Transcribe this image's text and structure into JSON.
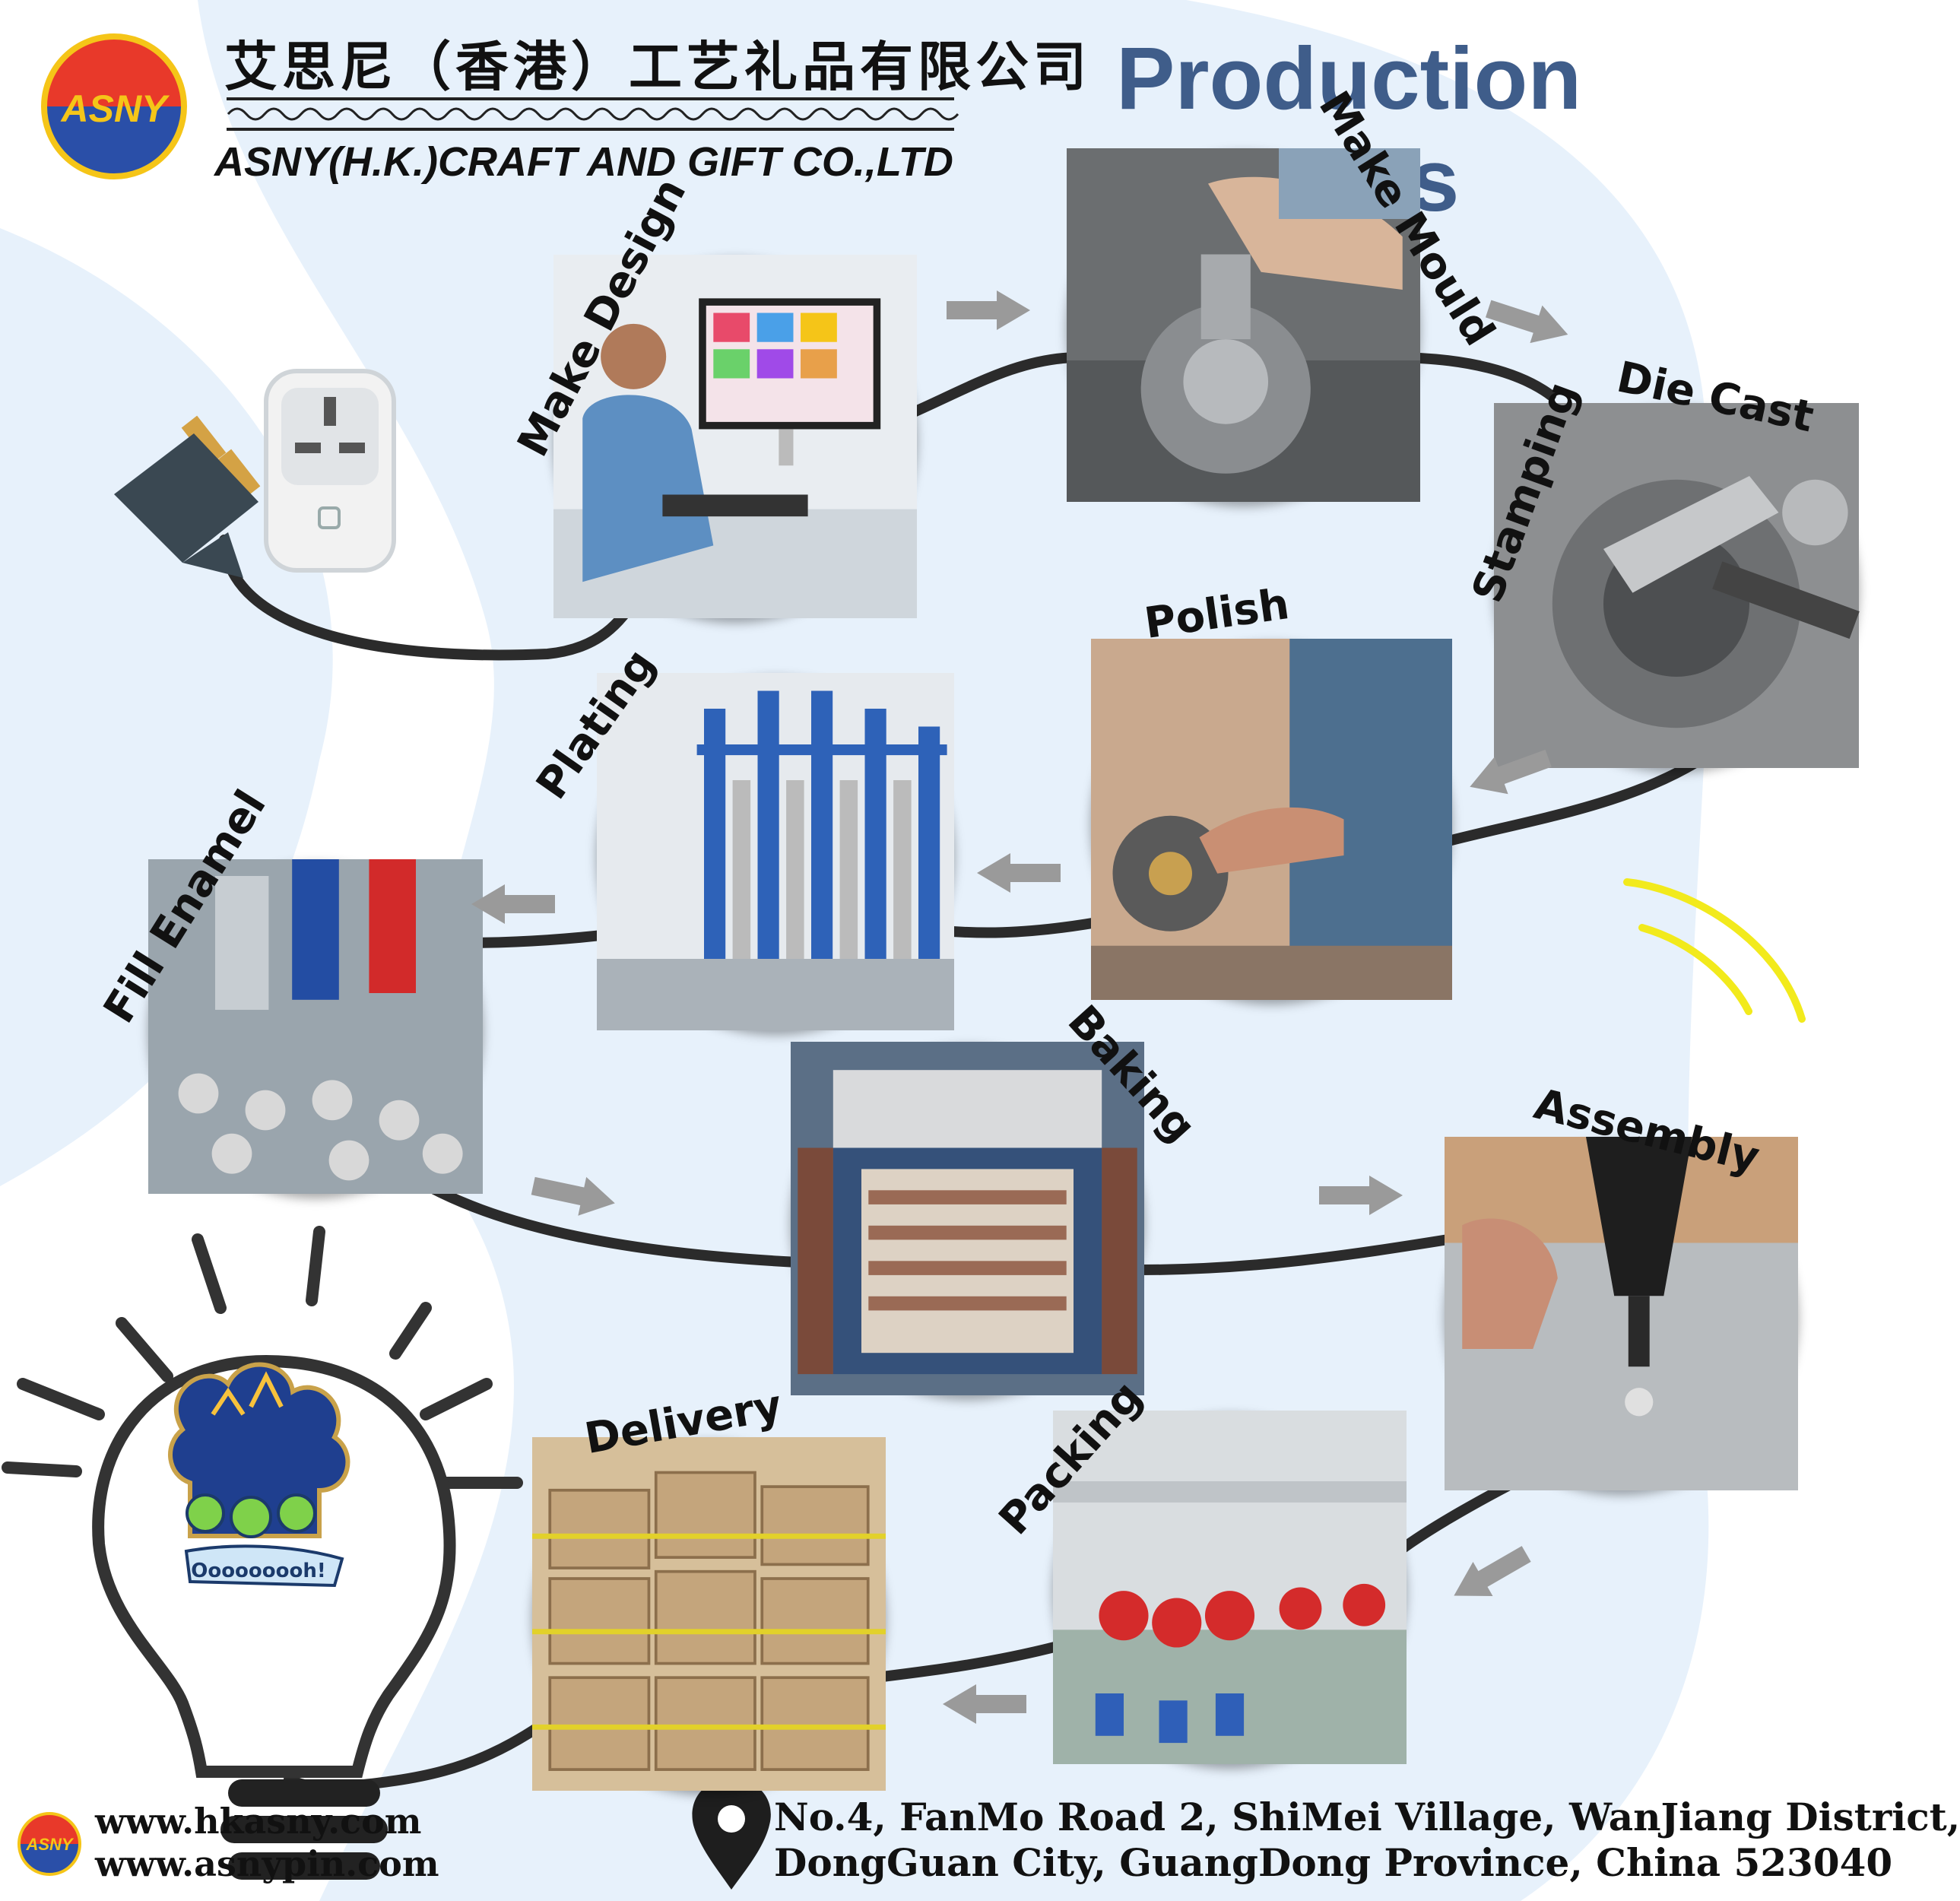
{
  "header": {
    "company_cn": "艾思尼（香港）工艺礼品有限公司",
    "company_en": "ASNY(H.K.)CRAFT AND GIFT CO.,LTD",
    "logo_text": "ASNY",
    "title": "Production Process"
  },
  "steps": [
    {
      "label": "Make Design"
    },
    {
      "label": "Make Mould"
    },
    {
      "label": "Die Cast"
    },
    {
      "label": "Stamping"
    },
    {
      "label": "Polish"
    },
    {
      "label": "Plating"
    },
    {
      "label": "Fill Enamel"
    },
    {
      "label": "Baking"
    },
    {
      "label": "Assembly"
    },
    {
      "label": "Packing"
    },
    {
      "label": "Delivery"
    }
  ],
  "bulb_pin_text": "Ooooooooh!",
  "footer": {
    "logo_text": "ASNY",
    "website1": "www.hkasny.com",
    "website2": "www.asnypin.com",
    "address_line1": "No.4, FanMo Road 2, ShiMei Village, WanJiang District,",
    "address_line2": "DongGuan City, GuangDong Province, China 523040"
  },
  "colors": {
    "title": "#3f5d8a",
    "background_wash": "#e7f1fb",
    "cable": "#2b2b2b",
    "arrow": "#9a9a9a",
    "logo_red": "#e8392a",
    "logo_blue": "#2a4fa8",
    "logo_yellow": "#f5c518",
    "signal": "#f2ea1c"
  },
  "icons": [
    "plug-icon",
    "socket-icon",
    "light-bulb-icon",
    "location-pin-icon",
    "arrow-icon"
  ]
}
